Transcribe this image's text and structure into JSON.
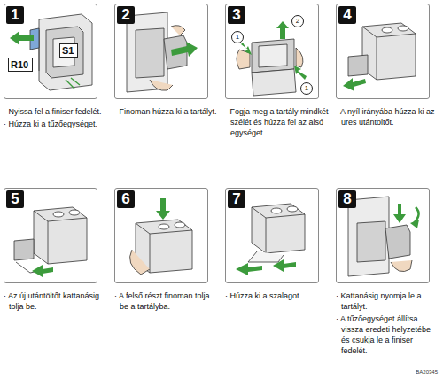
{
  "diagram": {
    "nodes": [
      {
        "text": [
          "1"
        ]
      },
      {
        "text": [
          "S1"
        ],
        "in": 0
      },
      {
        "text": [
          "R10"
        ],
        "in": 0
      },
      {
        "text": [
          "2"
        ]
      },
      {
        "text": [
          "3"
        ]
      },
      {
        "text": [
          "1"
        ],
        "in": 4
      },
      {
        "text": [
          "2"
        ],
        "in": 4
      },
      {
        "text": [
          "1"
        ],
        "in": 4
      },
      {
        "text": [
          "4"
        ]
      },
      {
        "text": [
          "5"
        ]
      },
      {
        "text": [
          "6"
        ]
      },
      {
        "text": [
          "7"
        ]
      },
      {
        "text": [
          "8"
        ]
      }
    ],
    "labels": [
      "· Nyissa fel a finiser fedelét.",
      "· Húzza ki a tűzőegységet.",
      "· Finoman húzza ki a tartályt.",
      "· Fogja meg a tartály mindkét szélét és húzza fel az alsó egységet.",
      "· A nyíl irányába húzza ki az üres utántöltőt.",
      "· Az új utántöltőt kattanásig tolja be.",
      "· A felső részt finoman tolja be a tartályba.",
      "· Húzza ki a szalagot.",
      "· Kattanásig nyomja le a tartályt.",
      "· A tűzőegységet állítsa vissza eredeti helyzetébe és csukja le a finiser fedelét.",
      "BA20345"
    ]
  }
}
